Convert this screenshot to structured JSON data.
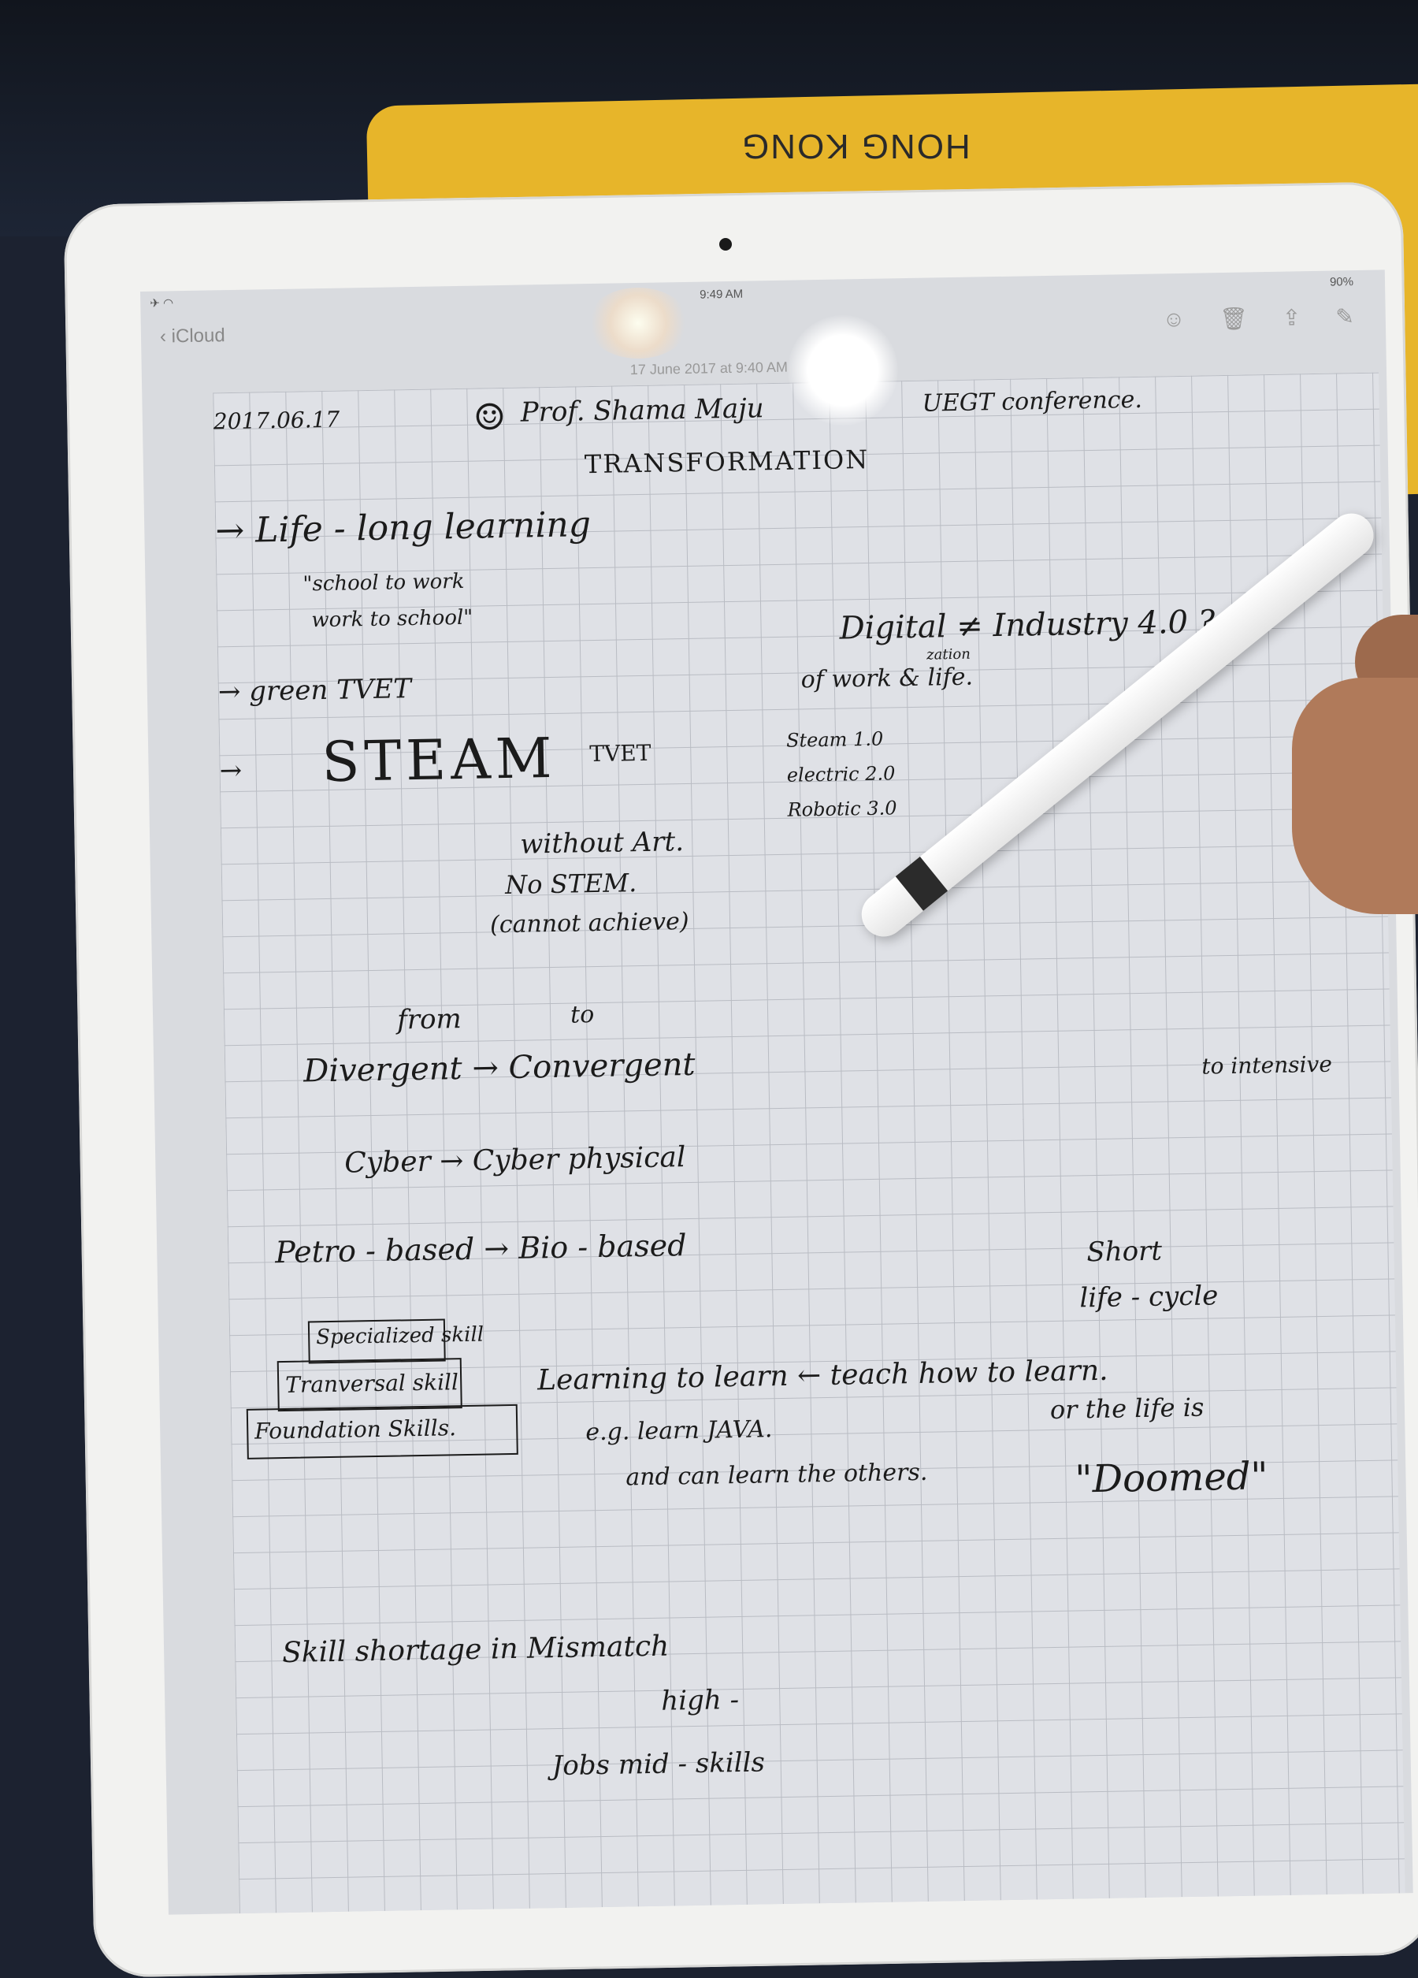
{
  "background": {
    "cloth_text": "HONG KONG"
  },
  "status_bar": {
    "time": "9:49 AM",
    "battery": "90%"
  },
  "nav": {
    "back_label": "iCloud"
  },
  "note": {
    "date_header": "17 June 2017 at 9:40 AM",
    "lines": {
      "date": "2017.06.17",
      "speaker": "Prof. Shama Maju",
      "event": "UEGT conference.",
      "heading": "TRANSFORMATION",
      "lifelong": "→ Life - long learning",
      "quote1": "\"school to work",
      "quote2": "work to school\"",
      "green": "→ green  TVET",
      "steam": "STEAM",
      "steam_arrow": "→",
      "tvet": "TVET",
      "without_art": "without Art.",
      "no_stem": "No  STEM.",
      "cannot": "(cannot achieve)",
      "from": "from",
      "to": "to",
      "divergent": "Divergent  →  Convergent",
      "cyber": "Cyber  →  Cyber physical",
      "petro": "Petro - based  →  Bio - based",
      "digital": "Digital ≠ Industry 4.0 ?",
      "zation": "zation",
      "of_work": "of work & life.",
      "steam1": "Steam 1.0",
      "electric": "electric 2.0",
      "robotic": "Robotic 3.0",
      "intensive": "to intensive",
      "short": "Short",
      "life_cycle": "life - cycle",
      "specialized": "Specialized skill",
      "transversal": "Tranversal skill",
      "foundation": "Foundation Skills.",
      "learning": "Learning to learn ←  teach how to learn.",
      "eg": "e.g. learn JAVA.",
      "and_can": "and can learn the others.",
      "or_life": "or the life is",
      "doomed": "\"Doomed\"",
      "skill_shortage": "Skill shortage in Mismatch",
      "high": "high -",
      "jobs": "Jobs  mid - skills"
    }
  }
}
